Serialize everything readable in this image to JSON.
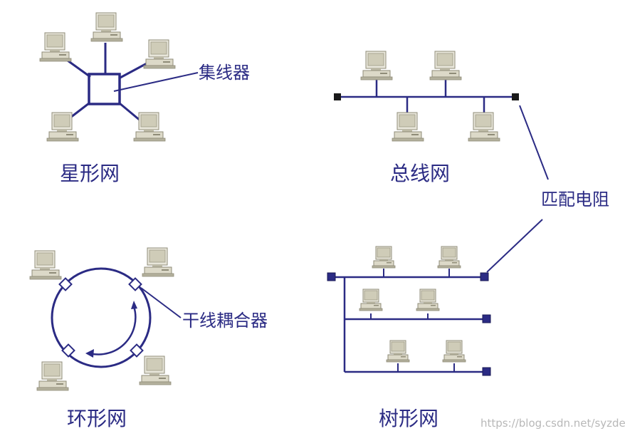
{
  "labels": {
    "star": "星形网",
    "bus": "总线网",
    "ring": "环形网",
    "tree": "树形网",
    "hub": "集线器",
    "terminator": "匹配电阻",
    "coupler": "干线耦合器"
  },
  "watermark": "https://blog.csdn.net/syzdev",
  "colors": {
    "line": "#2b2b84",
    "text": "#2b2b84",
    "terminator_fill": "#2b2b84",
    "computer_body": "#d6d3c4",
    "computer_shadow": "#a8a592",
    "screen": "#c9c6b5"
  }
}
